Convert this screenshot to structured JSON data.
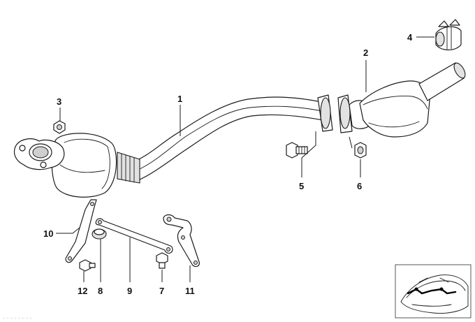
{
  "callouts": [
    {
      "id": "1",
      "label": "1"
    },
    {
      "id": "2",
      "label": "2"
    },
    {
      "id": "3",
      "label": "3"
    },
    {
      "id": "4",
      "label": "4"
    },
    {
      "id": "5",
      "label": "5"
    },
    {
      "id": "6",
      "label": "6"
    },
    {
      "id": "7",
      "label": "7"
    },
    {
      "id": "8",
      "label": "8"
    },
    {
      "id": "9",
      "label": "9"
    },
    {
      "id": "10",
      "label": "10"
    },
    {
      "id": "11",
      "label": "11"
    },
    {
      "id": "12",
      "label": "12"
    }
  ],
  "watermark": "· · · · · · · ·"
}
